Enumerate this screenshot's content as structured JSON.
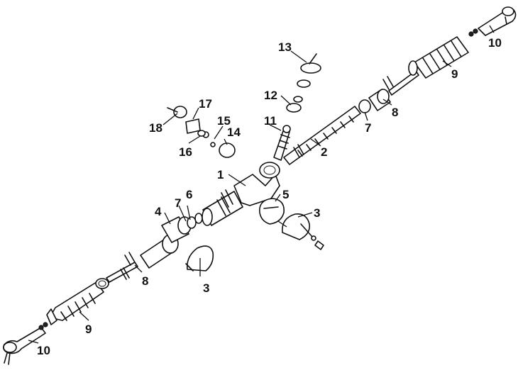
{
  "callouts": {
    "c1": "1",
    "c2": "2",
    "c3a": "3",
    "c3b": "3",
    "c4": "4",
    "c5": "5",
    "c6": "6",
    "c7a": "7",
    "c7b": "7",
    "c8a": "8",
    "c8b": "8",
    "c9a": "9",
    "c9b": "9",
    "c10a": "10",
    "c10b": "10",
    "c11": "11",
    "c12": "12",
    "c13": "13",
    "c14": "14",
    "c15": "15",
    "c16": "16",
    "c17": "17",
    "c18": "18"
  }
}
